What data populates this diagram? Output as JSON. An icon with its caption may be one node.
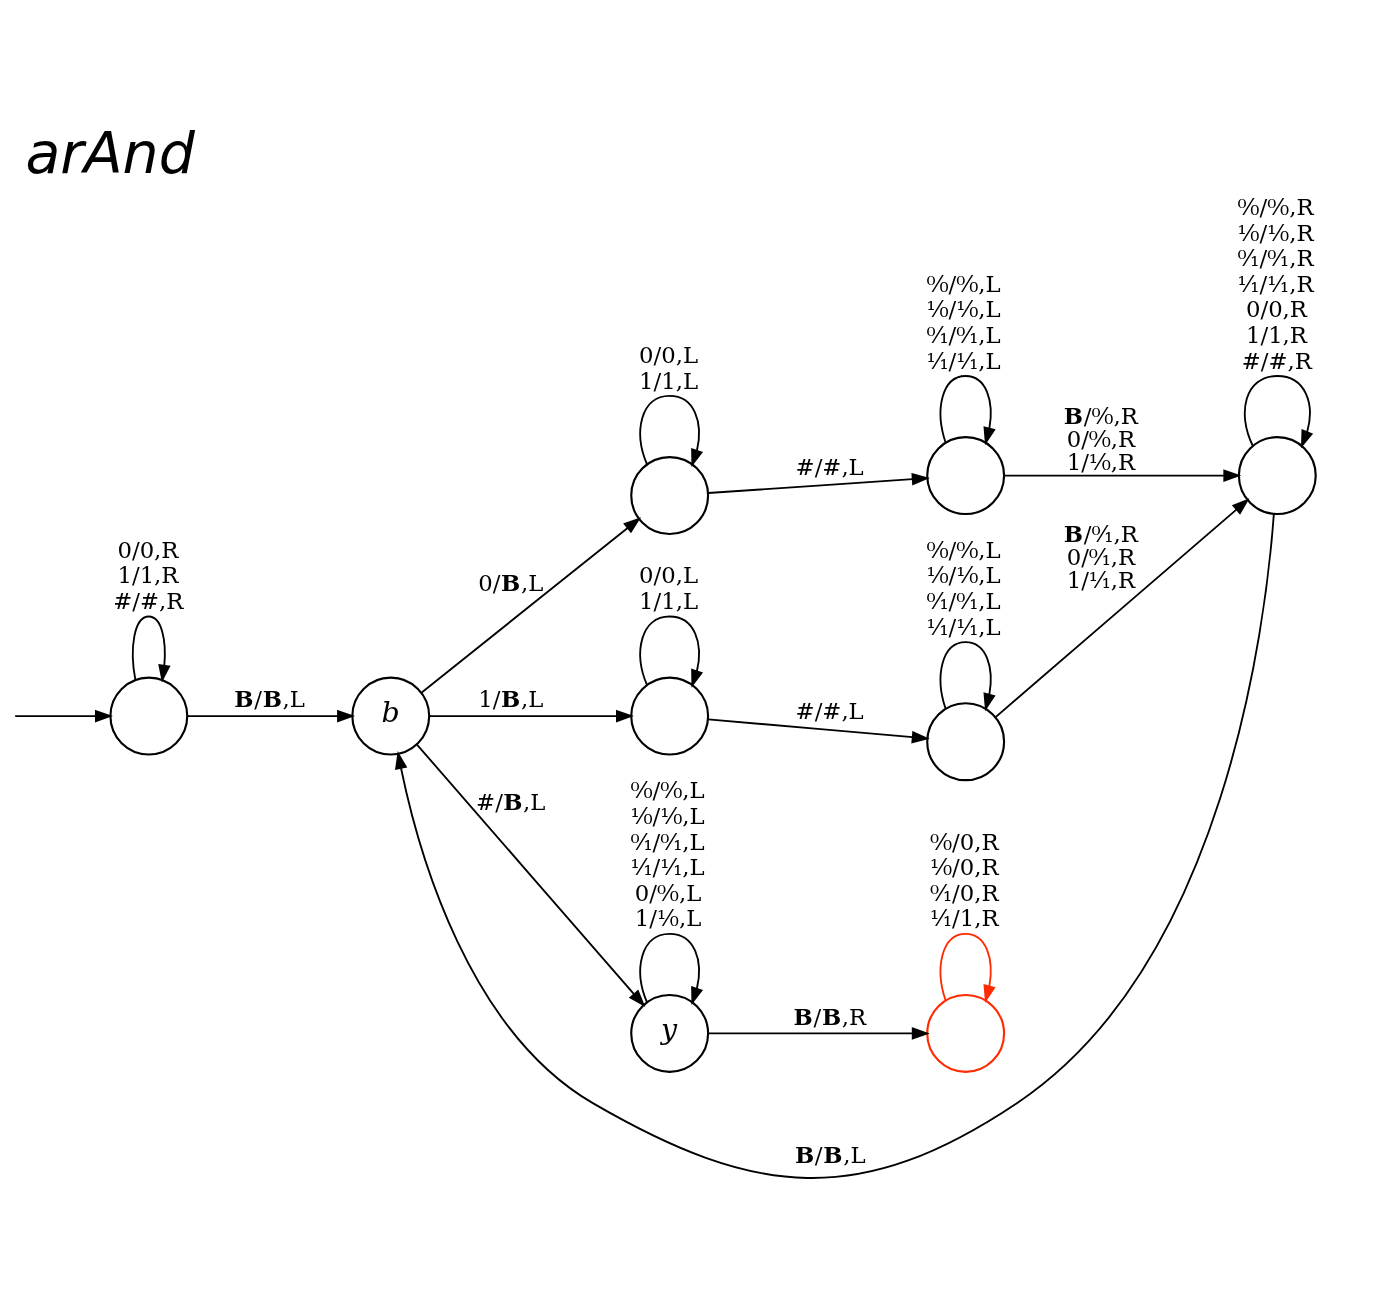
{
  "diagram": {
    "title": "arAnd",
    "nodes": [
      {
        "text": [],
        "shape": "circle"
      },
      {
        "text": [
          "b"
        ]
      },
      {
        "text": [],
        "shape": "circle"
      },
      {
        "text": [],
        "shape": "circle"
      },
      {
        "text": [],
        "shape": "circle"
      },
      {
        "text": [],
        "shape": "circle"
      },
      {
        "text": [],
        "shape": "circle"
      },
      {
        "text": [
          "y"
        ]
      },
      {
        "text": [],
        "shape": "circle"
      }
    ],
    "edges": [
      {
        "from": null,
        "to": 0,
        "arrow": "to"
      },
      {
        "from": 0,
        "to": 0,
        "arrow": "to",
        "label": "0/0,R 1/1,R #/#,R"
      },
      {
        "from": 0,
        "to": 1,
        "arrow": "to",
        "label": "**B**/**B**,L"
      },
      {
        "from": 1,
        "to": 2,
        "arrow": "to",
        "label": "0/**B**,L"
      },
      {
        "from": 2,
        "to": 2,
        "arrow": "to",
        "label": "0/0,L 1/1,L"
      },
      {
        "from": 2,
        "to": 3,
        "arrow": "to",
        "label": "#/#,L"
      },
      {
        "from": 3,
        "to": 3,
        "arrow": "to",
        "label": "⁰⁄₀/⁰⁄₀,L ¹⁄₀/¹⁄₀,L ⁰⁄₁/⁰⁄₁,L ¹⁄₁/¹⁄₁,L"
      },
      {
        "from": 3,
        "to": 4,
        "arrow": "to",
        "label": "**B**/⁰⁄₀,R 0/⁰⁄₀,R 1/¹⁄₀,R"
      },
      {
        "from": 4,
        "to": 1,
        "arrow": "to",
        "label": "**B**/**B**,L"
      },
      {
        "from": 4,
        "to": 4,
        "arrow": "to",
        "label": "⁰⁄₀/⁰⁄₀,R ¹⁄₀/¹⁄₀,R ⁰⁄₁/⁰⁄₁,R ¹⁄₁/¹⁄₁,R 0/0,R 1/1,R #/#,R"
      },
      {
        "from": 1,
        "to": 5,
        "arrow": "to",
        "label": "1/**B**,L"
      },
      {
        "from": 5,
        "to": 5,
        "arrow": "to",
        "label": "0/0,L 1/1,L"
      },
      {
        "from": 5,
        "to": 6,
        "arrow": "to",
        "label": "#/#,L"
      },
      {
        "from": 6,
        "to": 6,
        "arrow": "to",
        "label": "⁰⁄₀/⁰⁄₀,L ¹⁄₀/¹⁄₀,L ⁰⁄₁/⁰⁄₁,L ¹⁄₁/¹⁄₁,L"
      },
      {
        "from": 6,
        "to": 4,
        "arrow": "to",
        "label": "**B**/⁰⁄₁,R 0/⁰⁄₁,R 1/¹⁄₁,R"
      },
      {
        "from": 1,
        "to": 7,
        "arrow": "to",
        "label": "#/**B**,L"
      },
      {
        "from": 7,
        "to": 7,
        "arrow": "to",
        "label": "⁰⁄₀/⁰⁄₀,L ¹⁄₀/¹⁄₀,L ⁰⁄₁/⁰⁄₁,L ¹⁄₁/¹⁄₁,L 0/⁰⁄₀,L 1/¹⁄₀,L"
      },
      {
        "from": 7,
        "to": 8,
        "arrow": "to",
        "label": "**B**/**B**,R"
      },
      {
        "from": 8,
        "to": 8,
        "arrow": "to",
        "label": "⁰⁄₀/0,R ¹⁄₀/0,R ⁰⁄₁/0,R ¹⁄₁/1,R",
        "color": "#ff2a00"
      }
    ]
  }
}
